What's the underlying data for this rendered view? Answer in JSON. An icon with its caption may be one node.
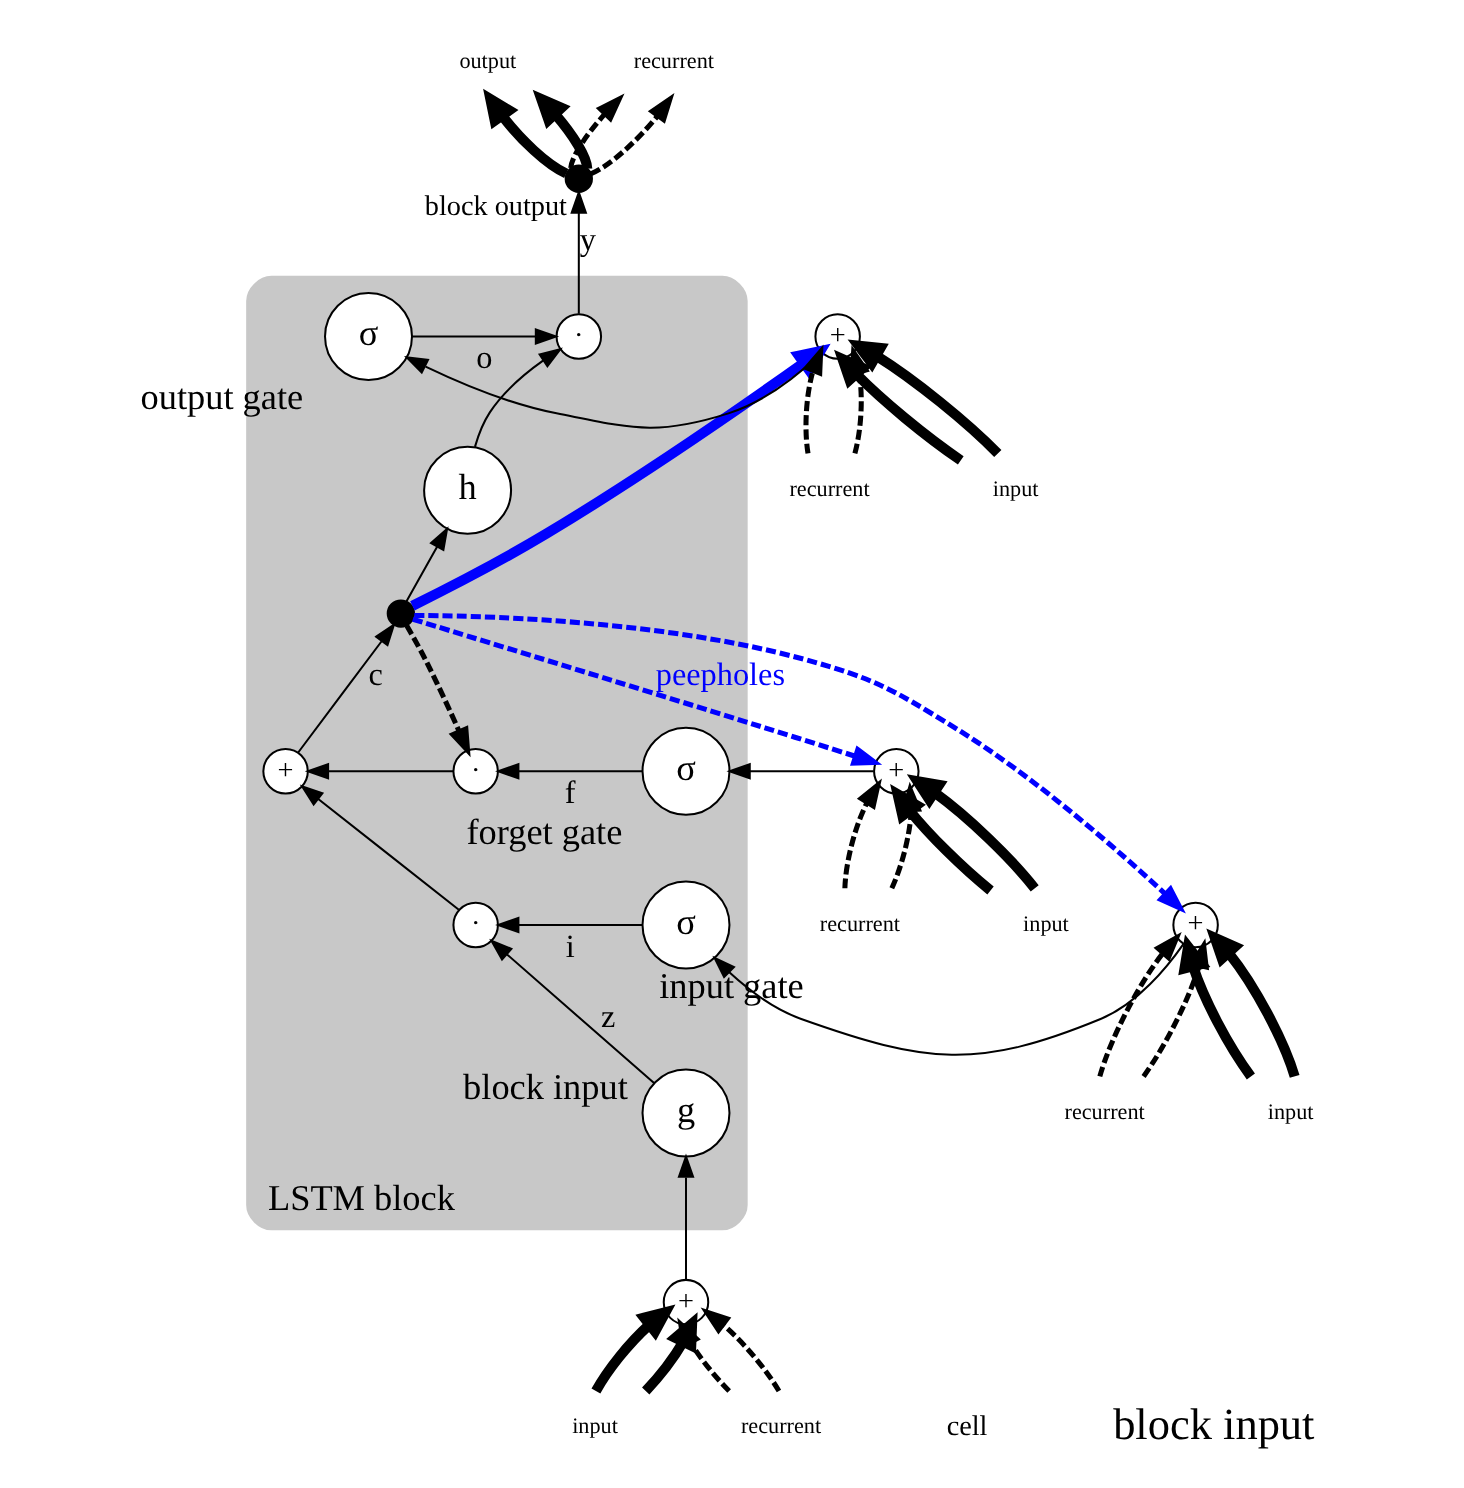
{
  "diagram": {
    "nodes": [
      {
        "text": [
          "LSTM block"
        ]
      },
      {
        "text": [
          "σ"
        ],
        "beside": [
          "output gate"
        ],
        "in": 0
      },
      {
        "text": [
          "·"
        ],
        "in": 0
      },
      {
        "text": [
          "h"
        ],
        "in": 0
      },
      {
        "text": [],
        "shape": "circle",
        "in": 0
      },
      {
        "text": [
          "+"
        ],
        "in": 0
      },
      {
        "text": [
          "·"
        ],
        "in": 0
      },
      {
        "text": [
          "σ"
        ],
        "beside": [
          "forget gate"
        ],
        "in": 0
      },
      {
        "text": [
          "·"
        ],
        "in": 0
      },
      {
        "text": [
          "σ"
        ],
        "beside": [
          "input gate"
        ],
        "in": 0
      },
      {
        "text": [
          "g"
        ],
        "beside": [
          "block input"
        ],
        "in": 0
      },
      {
        "text": [],
        "shape": "circle",
        "beside": [
          "block output"
        ]
      },
      {
        "text": [
          "+"
        ]
      },
      {
        "text": [
          "+"
        ]
      },
      {
        "text": [
          "+"
        ]
      },
      {
        "text": [
          "+"
        ]
      },
      {
        "text": [
          "output"
        ]
      },
      {
        "text": [
          "recurrent"
        ]
      },
      {
        "text": [
          "recurrent"
        ]
      },
      {
        "text": [
          "input"
        ]
      },
      {
        "text": [
          "recurrent"
        ]
      },
      {
        "text": [
          "input"
        ]
      },
      {
        "text": [
          "recurrent"
        ]
      },
      {
        "text": [
          "input"
        ]
      },
      {
        "text": [
          "input"
        ]
      },
      {
        "text": [
          "recurrent"
        ]
      }
    ],
    "edges": [
      {
        "from": 12,
        "to": 1,
        "arrow": "to"
      },
      {
        "from": 1,
        "to": 2,
        "arrow": "to",
        "label": "o"
      },
      {
        "from": 3,
        "to": 2,
        "arrow": "to"
      },
      {
        "from": 2,
        "to": 11,
        "arrow": "to",
        "label": "y"
      },
      {
        "from": 4,
        "to": 3,
        "arrow": "to"
      },
      {
        "from": 5,
        "to": 4,
        "arrow": "to",
        "label": "c"
      },
      {
        "from": 4,
        "to": 6,
        "arrow": "to",
        "style": "dashed"
      },
      {
        "from": 6,
        "to": 5,
        "arrow": "to"
      },
      {
        "from": 13,
        "to": 7,
        "arrow": "to"
      },
      {
        "from": 7,
        "to": 6,
        "arrow": "to",
        "label": "f"
      },
      {
        "from": 14,
        "to": 9,
        "arrow": "to"
      },
      {
        "from": 9,
        "to": 8,
        "arrow": "to",
        "label": "i"
      },
      {
        "from": 10,
        "to": 8,
        "arrow": "to",
        "label": "z"
      },
      {
        "from": 8,
        "to": 5,
        "arrow": "to"
      },
      {
        "from": 15,
        "to": 10,
        "arrow": "to"
      },
      {
        "from": 4,
        "to": 13,
        "arrow": "to",
        "label": "peepholes",
        "style": "dashed",
        "color": "#0000ff"
      },
      {
        "from": 4,
        "to": 12,
        "arrow": "to",
        "style": "thick",
        "color": "#0000ff"
      },
      {
        "from": 4,
        "to": 14,
        "arrow": "to",
        "style": "dashed",
        "color": "#0000ff"
      },
      {
        "from": 11,
        "to": 16,
        "arrow": "to",
        "style": "thick"
      },
      {
        "from": 11,
        "to": 16,
        "arrow": "to",
        "style": "thick"
      },
      {
        "from": 11,
        "to": 17,
        "arrow": "to",
        "style": "dashed"
      },
      {
        "from": 11,
        "to": 17,
        "arrow": "to",
        "style": "dashed"
      },
      {
        "from": 18,
        "to": 12,
        "arrow": "to",
        "style": "dashed"
      },
      {
        "from": 18,
        "to": 12,
        "arrow": "to",
        "style": "dashed"
      },
      {
        "from": 19,
        "to": 12,
        "arrow": "to",
        "style": "thick"
      },
      {
        "from": 19,
        "to": 12,
        "arrow": "to",
        "style": "thick"
      },
      {
        "from": 20,
        "to": 13,
        "arrow": "to",
        "style": "dashed"
      },
      {
        "from": 20,
        "to": 13,
        "arrow": "to",
        "style": "dashed"
      },
      {
        "from": 21,
        "to": 13,
        "arrow": "to",
        "style": "thick"
      },
      {
        "from": 21,
        "to": 13,
        "arrow": "to",
        "style": "thick"
      },
      {
        "from": 22,
        "to": 14,
        "arrow": "to",
        "style": "dashed"
      },
      {
        "from": 22,
        "to": 14,
        "arrow": "to",
        "style": "dashed"
      },
      {
        "from": 23,
        "to": 14,
        "arrow": "to",
        "style": "thick"
      },
      {
        "from": 23,
        "to": 14,
        "arrow": "to",
        "style": "thick"
      },
      {
        "from": 24,
        "to": 15,
        "arrow": "to",
        "style": "thick"
      },
      {
        "from": 24,
        "to": 15,
        "arrow": "to",
        "style": "thick"
      },
      {
        "from": 25,
        "to": 15,
        "arrow": "to",
        "style": "dashed"
      },
      {
        "from": 25,
        "to": 15,
        "arrow": "to",
        "style": "dashed"
      }
    ],
    "labels": [
      "cell",
      "block input"
    ]
  }
}
